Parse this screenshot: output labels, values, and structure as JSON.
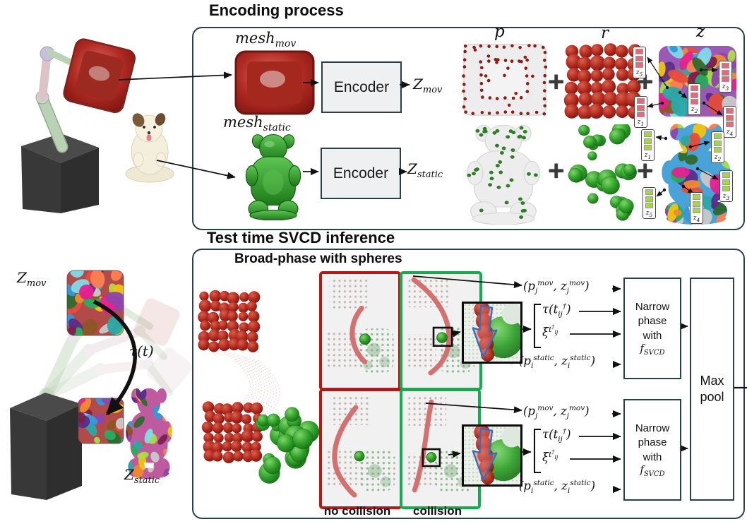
{
  "colors": {
    "box_border": "#2c3e46",
    "red_panel_border": "#c01414",
    "green_panel_border": "#12ad52",
    "red_sphere": "#a32020",
    "green_sphere": "#2e8b26",
    "tag_red": "#e4697b",
    "tag_green": "#a8d34f",
    "arc_red": "#d47070",
    "palette": [
      "#8e44ad",
      "#e74c3c",
      "#27ae60",
      "#f1c40f",
      "#3498db",
      "#e91e90",
      "#8d5524",
      "#7fdbe8",
      "#aadd44",
      "#7b1f4e",
      "#ef8a2e",
      "#5b2c8d",
      "#2c6b2f",
      "#c9c9c9",
      "#ff7f50",
      "#2aa8a8"
    ]
  },
  "titles": {
    "encoding": "Encoding process",
    "inference": "Test time SVCD inference",
    "broad_phase": "Broad-phase with spheres"
  },
  "encoding": {
    "mesh_mov_html": "mesh<sub>mov</sub>",
    "mesh_static_html": "mesh<sub>static</sub>",
    "encoder_label": "Encoder",
    "z_mov_html": "Z<sub>mov</sub>",
    "z_static_html": "Z<sub>static</sub>",
    "p_label": "p",
    "r_label": "r",
    "z_label": "z",
    "plus": "+",
    "mov_tags": [
      {
        "html": "z<sub>5</sub>"
      },
      {
        "html": "z<sub>3</sub>"
      },
      {
        "html": "z<sub>1</sub>"
      },
      {
        "html": "z<sub>2</sub>"
      },
      {
        "html": "z<sub>4</sub>"
      }
    ],
    "static_tags": [
      {
        "html": "z<sub>1</sub>"
      },
      {
        "html": "z<sub>2</sub>"
      },
      {
        "html": "z<sub>3</sub>"
      },
      {
        "html": "z<sub>5</sub>"
      },
      {
        "html": "z<sub>4</sub>"
      }
    ]
  },
  "scene": {
    "z_mov_html": "Z<sub>mov</sub>",
    "tau_html": "τ(t)",
    "z_static_html": "Z<sub>static</sub>"
  },
  "inference": {
    "no_collision_label": "no collision",
    "collision_label": "collision",
    "rows": [
      {
        "tuple_mov_html": "(p<sub>j</sub><sup>mov</sup>, z<sub>j</sub><sup>mov</sup>)",
        "tau_html": "τ(t<sub>ij</sub><sup>†</sup>)",
        "xi_html": "ξ<sup>t<sup>†</sup><sub>ij</sub></sup>",
        "tuple_static_html": "(p<sub>i</sub><sup>static</sup>, z<sub>i</sub><sup>static</sup>)",
        "narrow_lines": [
          "Narrow",
          "phase",
          "with"
        ],
        "narrow_f_html": "f<sub>SVCD</sub>"
      },
      {
        "tuple_mov_html": "(p<sub>j</sub><sup>mov</sup>, z<sub>j</sub><sup>mov</sup>)",
        "tau_html": "τ(t<sub>ij</sub><sup>†</sup>)",
        "xi_html": "ξ<sup>t<sup>†</sup><sub>ij</sub></sup>",
        "tuple_static_html": "(p<sub>i</sub><sup>static</sup>, z<sub>i</sub><sup>static</sup>)",
        "narrow_lines": [
          "Narrow",
          "phase",
          "with"
        ],
        "narrow_f_html": "f<sub>SVCD</sub>"
      }
    ],
    "max_pool_lines": [
      "Max",
      "pool"
    ]
  }
}
